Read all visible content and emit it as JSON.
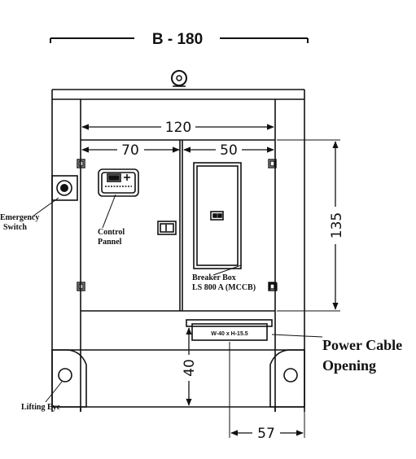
{
  "title": "B - 180",
  "dimensions": {
    "inner_width": "120",
    "left_panel": "70",
    "right_panel": "50",
    "height": "135",
    "bottom_height": "40",
    "offset": "57"
  },
  "labels": {
    "emergency_line1": "Emergency",
    "emergency_line2": "Switch",
    "control_line1": "Control",
    "control_line2": "Pannel",
    "breaker_line1": "Breaker Box",
    "breaker_line2": "LS 800 A (MCCB)",
    "cable_size": "W-40 x H-15.5",
    "power_line1": "Power Cable",
    "power_line2": "Opening",
    "lifting_eye": "Lifting Eye"
  },
  "colors": {
    "line": "#111111",
    "background": "#ffffff"
  }
}
